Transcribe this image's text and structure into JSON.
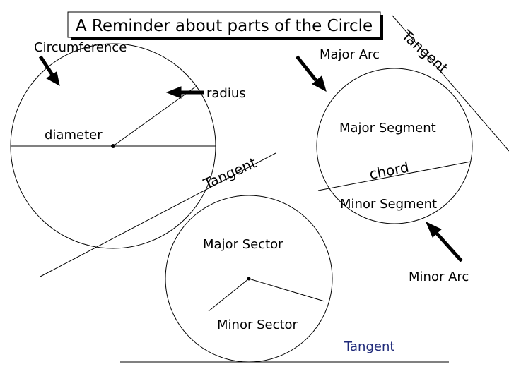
{
  "title": "A Reminder about parts of the Circle",
  "labels": {
    "circumference": "Circumference",
    "radius": "radius",
    "diameter": "diameter",
    "tangent_left_top": "Tangent",
    "major_arc": "Major Arc",
    "tangent_right": "Tangent",
    "major_segment": "Major Segment",
    "chord": "chord",
    "minor_segment": "Minor Segment",
    "major_sector": "Major Sector",
    "minor_sector": "Minor Sector",
    "minor_arc": "Minor Arc",
    "tangent_bottom": "Tangent"
  },
  "colors": {
    "line": "#000000",
    "tangent_bottom_text": "#1f2a7a",
    "background": "#ffffff"
  }
}
